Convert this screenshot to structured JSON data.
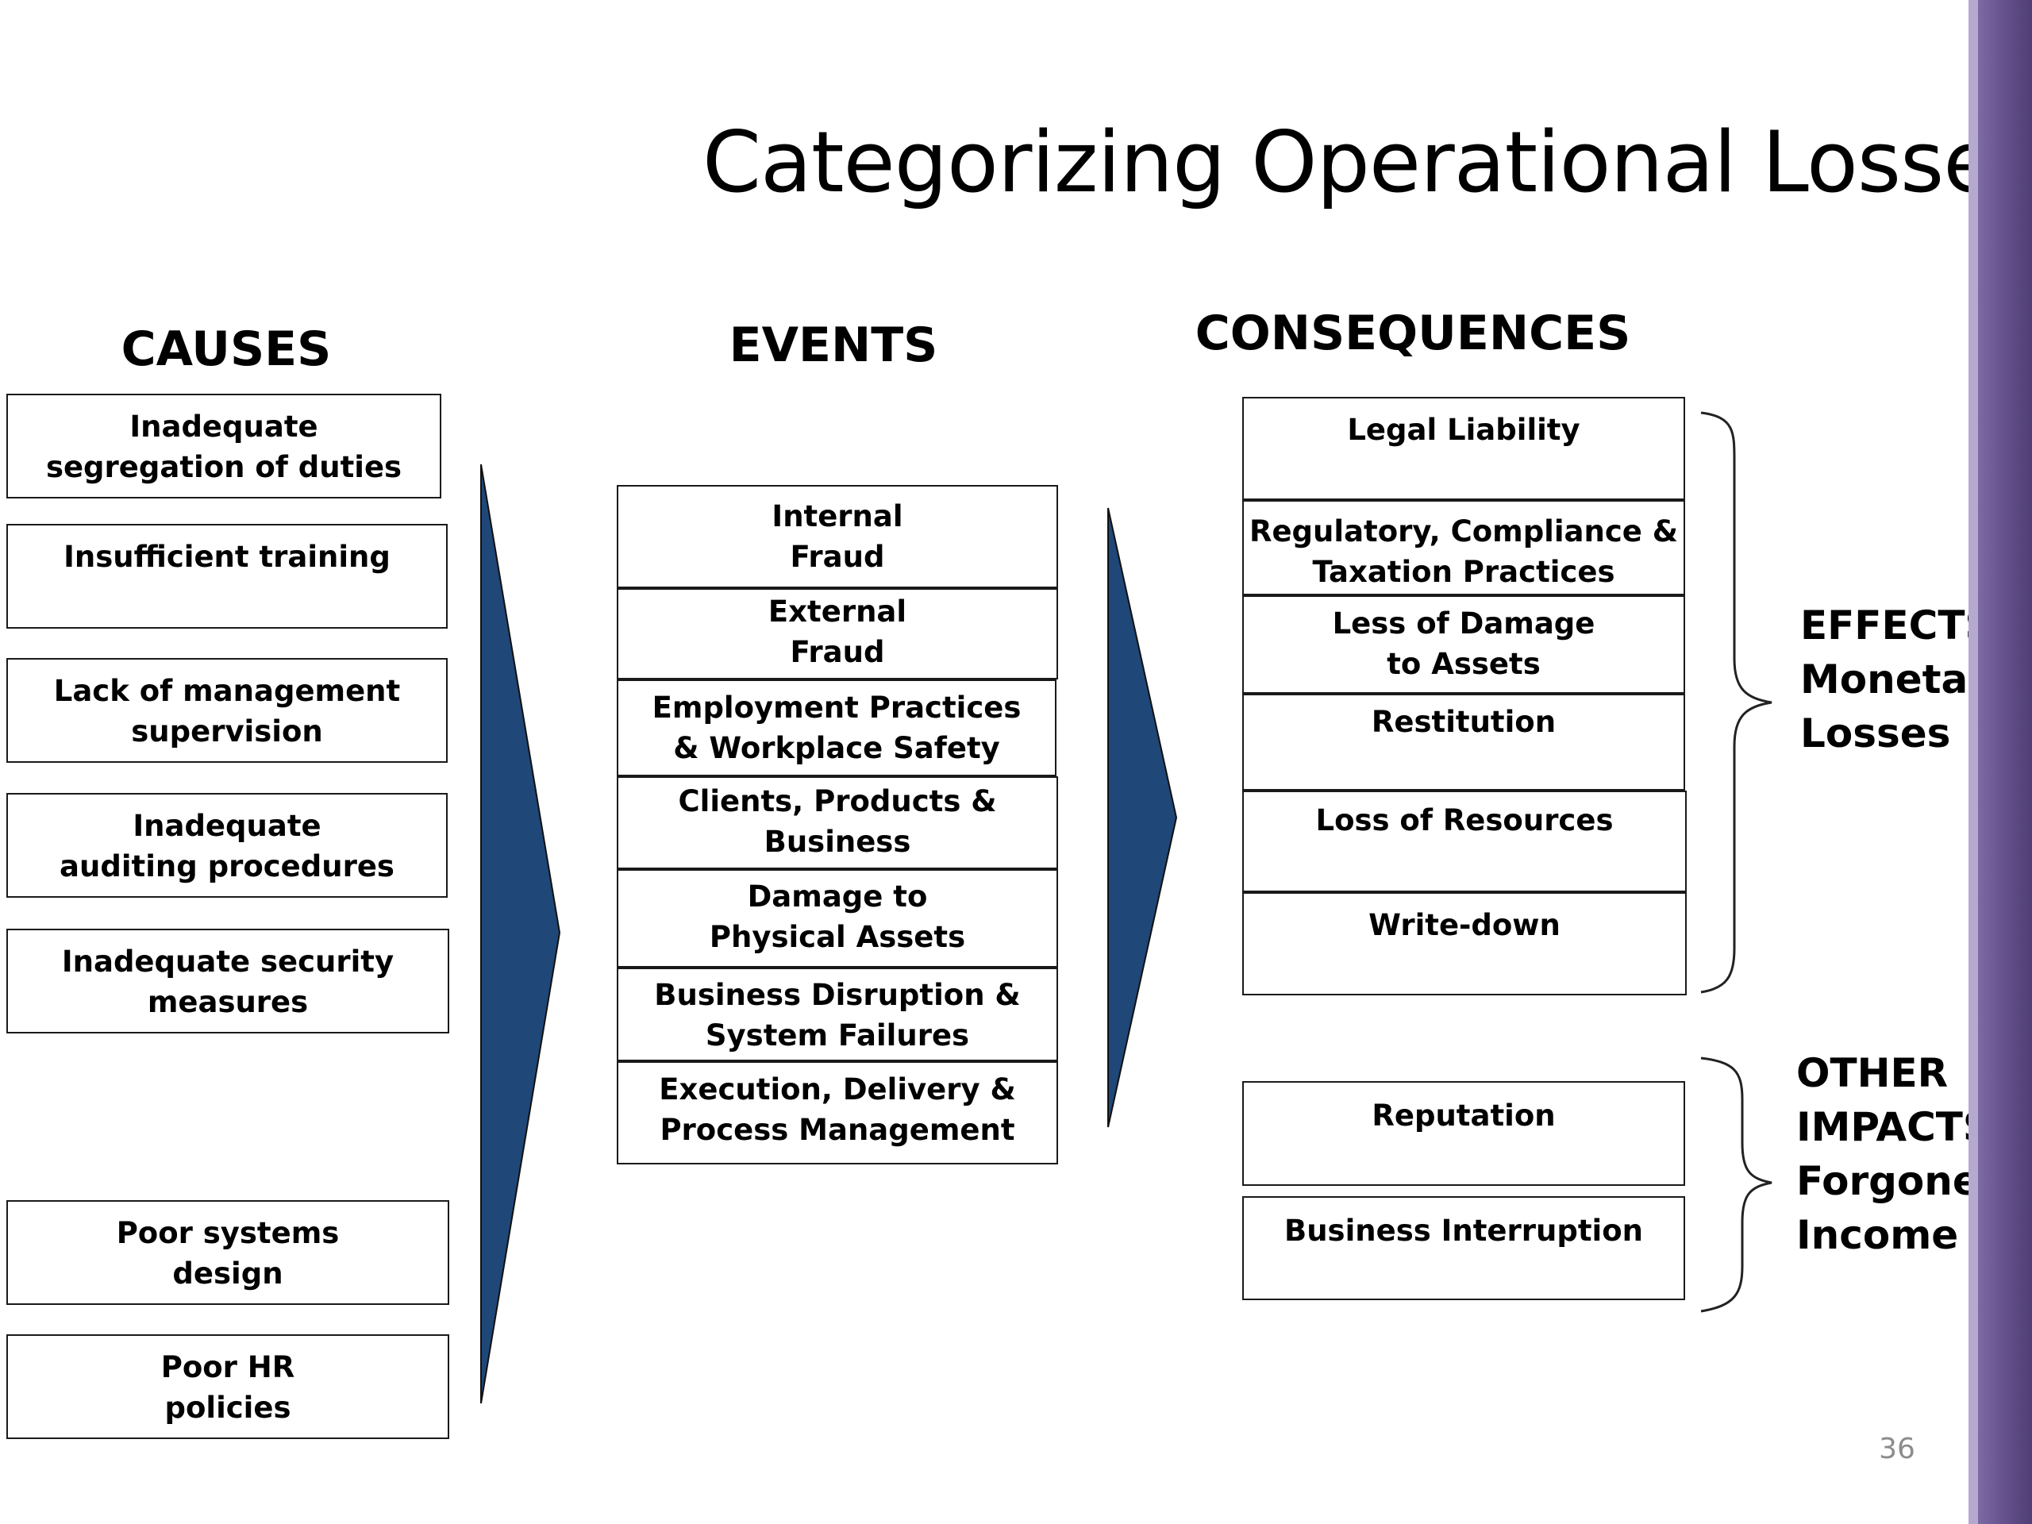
{
  "title": "Categorizing Operational Losses",
  "headings": {
    "causes": "CAUSES",
    "events": "EVENTS",
    "consequences": "CONSEQUENCES"
  },
  "causes": [
    "Inadequate\nsegregation of duties",
    "Insufficient training",
    "Lack of management\nsupervision",
    "Inadequate\nauditing procedures",
    "Inadequate security\nmeasures",
    "Poor systems\ndesign",
    "Poor HR\npolicies"
  ],
  "events": [
    "Internal\nFraud",
    "External\nFraud",
    "Employment Practices\n& Workplace Safety",
    "Clients, Products & Business\nPractices",
    "Damage to\nPhysical Assets",
    "Business Disruption &\nSystem Failures",
    "Execution, Delivery &\nProcess Management"
  ],
  "consequences": [
    "Legal Liability",
    "Regulatory, Compliance &\nTaxation Practices",
    "Less of Damage\nto Assets",
    "Restitution",
    "Loss of Resources",
    "Write-down",
    "Reputation",
    "Business Interruption"
  ],
  "groups": {
    "effects": "EFFECTS\nMonetary\nLosses",
    "other": "OTHER\nIMPACTS\nForgone\nIncome"
  },
  "page_number": "36",
  "colors": {
    "arrow": "#1f4778",
    "sidebar": "#6a5591"
  }
}
